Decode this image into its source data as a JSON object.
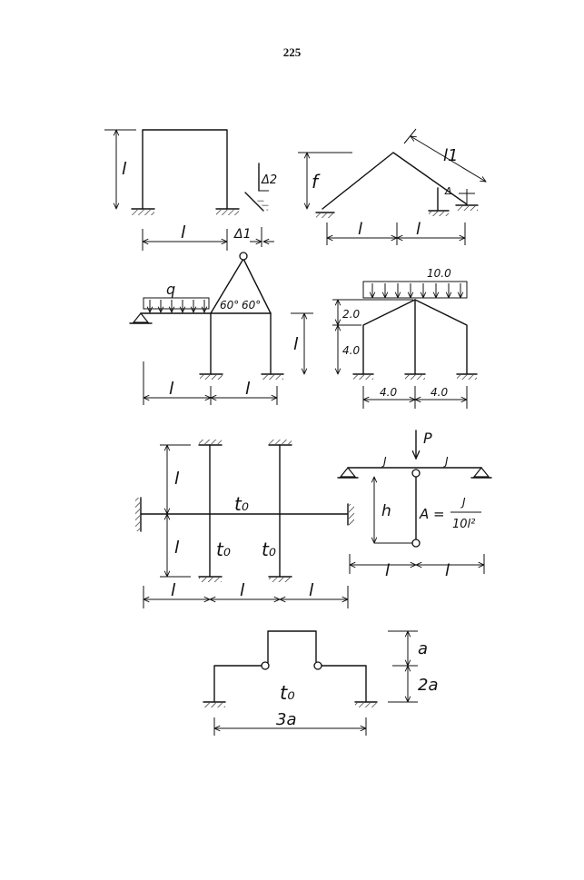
{
  "page": {
    "number": "225"
  },
  "fig1": {
    "height": "l",
    "span": "l",
    "delta_vertical": "Δ2",
    "delta_horizontal": "Δ1"
  },
  "fig2": {
    "rise": "f",
    "rafter": "l1",
    "span_left": "l",
    "span_right": "l",
    "settlement": "Δ"
  },
  "fig3": {
    "load": "q",
    "angle_left": "60°",
    "angle_right": "60°",
    "height": "l",
    "span_left": "l",
    "span_right": "l"
  },
  "fig4": {
    "load": "10.0",
    "rise": "2.0",
    "height": "4.0",
    "span_left": "4.0",
    "span_right": "4.0"
  },
  "fig5": {
    "temp_beam": "t₀",
    "temp_col1": "t₀",
    "temp_col2": "t₀",
    "height_top": "l",
    "height_bottom": "l",
    "span1": "l",
    "span2": "l",
    "span3": "l"
  },
  "fig6": {
    "load": "P",
    "inertia_left": "J",
    "inertia_right": "J",
    "height": "h",
    "area_label": "A =",
    "area_num": "J",
    "area_den": "10l²",
    "span_left": "l",
    "span_right": "l"
  },
  "fig7": {
    "temp": "t₀",
    "top_height": "a",
    "bottom_height": "2a",
    "span": "3a"
  }
}
